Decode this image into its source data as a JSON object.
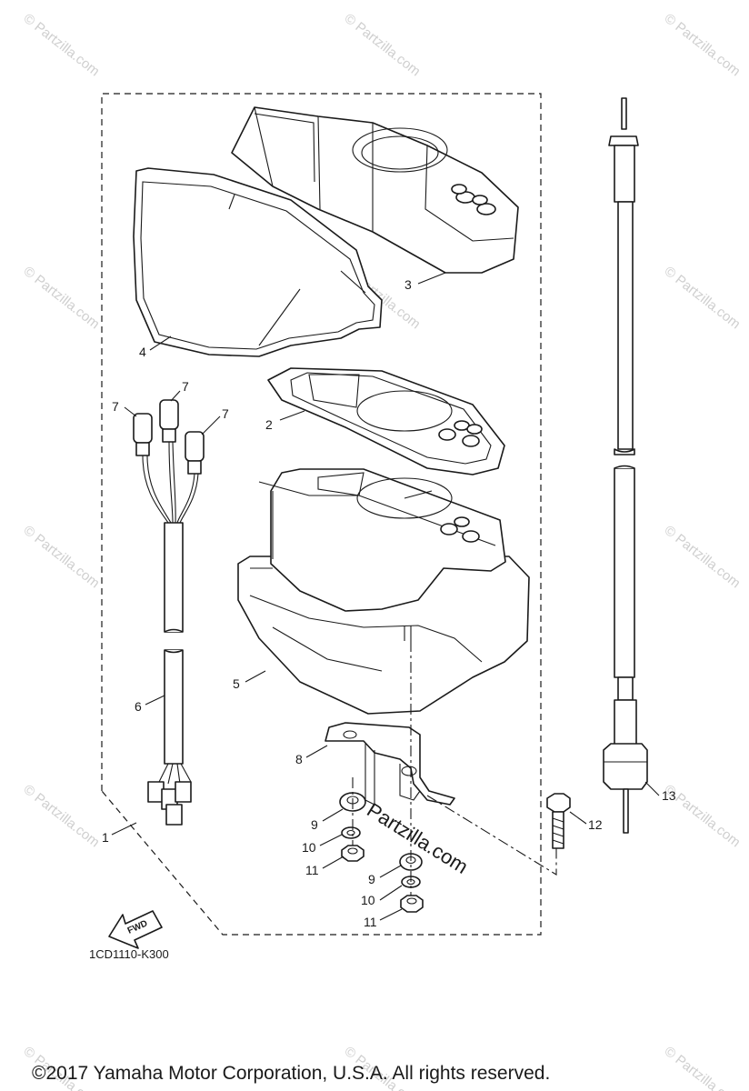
{
  "watermark": {
    "text": "© Partzilla.com",
    "center_text": "Partzilla.com"
  },
  "callouts": [
    "1",
    "2",
    "3",
    "4",
    "5",
    "6",
    "7",
    "8",
    "9",
    "10",
    "11",
    "12",
    "13"
  ],
  "diagram_code": "1CD1110-K300",
  "fwd_label": "FWD",
  "copyright": "©2017  Yamaha Motor Corporation, U.S.A. All rights reserved."
}
